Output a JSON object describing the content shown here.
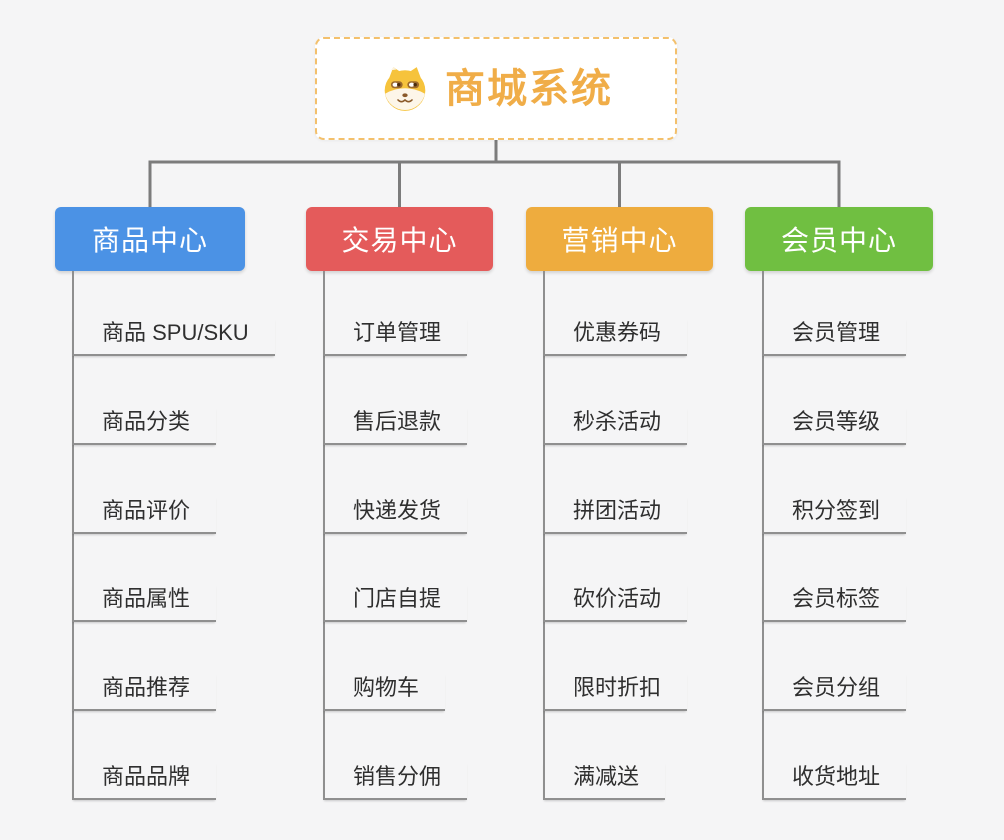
{
  "root": {
    "title": "商城系统",
    "icon": "shiba-dog-icon",
    "title_color": "#f0ad48",
    "border_color": "#f3c06c"
  },
  "connector_color": "#7c7c7c",
  "line_color": "#8f8f8f",
  "columns": [
    {
      "id": "product-center",
      "label": "商品中心",
      "color": "#4b92e5",
      "items": [
        "商品 SPU/SKU",
        "商品分类",
        "商品评价",
        "商品属性",
        "商品推荐",
        "商品品牌"
      ]
    },
    {
      "id": "trade-center",
      "label": "交易中心",
      "color": "#e45b5b",
      "items": [
        "订单管理",
        "售后退款",
        "快递发货",
        "门店自提",
        "购物车",
        "销售分佣"
      ]
    },
    {
      "id": "marketing-center",
      "label": "营销中心",
      "color": "#eeac3e",
      "items": [
        "优惠券码",
        "秒杀活动",
        "拼团活动",
        "砍价活动",
        "限时折扣",
        "满减送"
      ]
    },
    {
      "id": "member-center",
      "label": "会员中心",
      "color": "#70bf41",
      "items": [
        "会员管理",
        "会员等级",
        "积分签到",
        "会员标签",
        "会员分组",
        "收货地址"
      ]
    }
  ]
}
